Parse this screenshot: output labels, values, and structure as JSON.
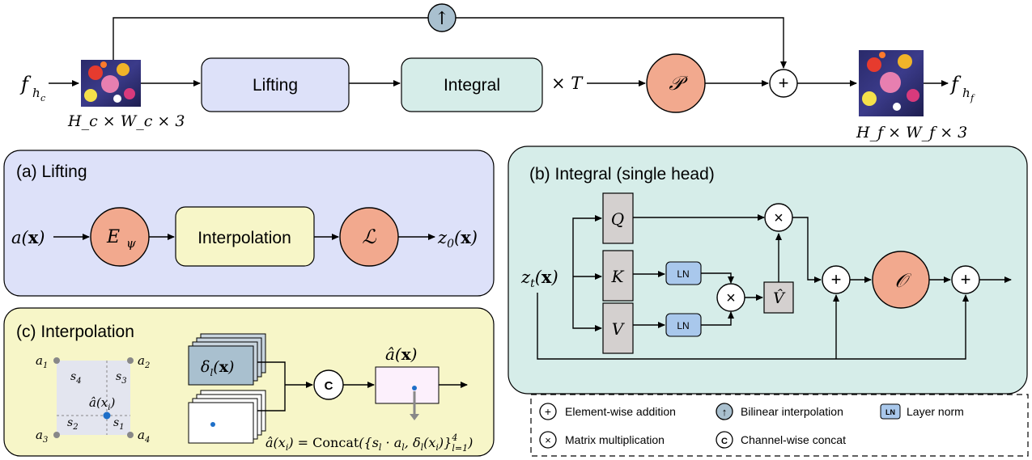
{
  "pipeline": {
    "input_label": "f_{h_c}",
    "input_dim": "H_c × W_c × 3",
    "lifting_label": "Lifting",
    "integral_label": "Integral",
    "times_T": "× T",
    "projection_symbol": "𝒫",
    "upsample_symbol": "↑",
    "add_symbol": "+",
    "output_label": "f_{h_f}",
    "output_dim": "H_f × W_f × 3"
  },
  "panel_a": {
    "title": "(a) Lifting",
    "input": "a(x)",
    "encoder": "E_ψ",
    "interp": "Interpolation",
    "lift_op": "ℒ",
    "output": "z_0(x)"
  },
  "panel_b": {
    "title": "(b) Integral (single head)",
    "input": "z_t(x)",
    "q": "Q",
    "k": "K",
    "v": "V",
    "ln": "LN",
    "mult": "×",
    "vhat": "V̂",
    "add": "+",
    "out_op": "𝒪"
  },
  "panel_c": {
    "title": "(c) Interpolation",
    "corners": [
      "a_1",
      "a_2",
      "a_3",
      "a_4"
    ],
    "areas": [
      "s_4",
      "s_3",
      "s_2",
      "s_1"
    ],
    "query": "â(x_i)",
    "delta": "δ_l(x)",
    "concat": "C",
    "ahat": "â(x)",
    "formula": "â(x_i) = Concat({s_l · a_l, δ_l(x_i)}_{l=1}^4)"
  },
  "legend": {
    "add": "Element-wise addition",
    "mult": "Matrix multiplication",
    "bilinear": "Bilinear interpolation",
    "concat": "Channel-wise concat",
    "ln": "Layer norm"
  },
  "colors": {
    "lifting_bg": "#dde1f9",
    "integral_bg": "#d6ede9",
    "interp_bg": "#f7f6c8",
    "salmon": "#f2a98e",
    "gray_box": "#d4d0cf",
    "ln_blue": "#a9c8ec",
    "up_blue": "#a9c0cf"
  }
}
